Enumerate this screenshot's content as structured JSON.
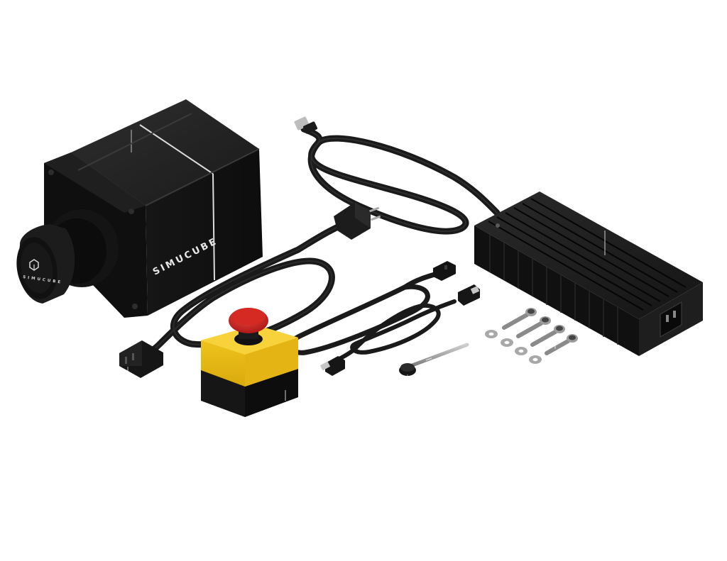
{
  "scene": {
    "background": "#ffffff",
    "items": [
      "direct-drive-motor",
      "usb-a-to-usb-b-cable",
      "power-supply-brick",
      "mains-power-cable",
      "emergency-stop-button",
      "usb-cable",
      "signal-cable",
      "mounting-bolts",
      "washers",
      "pin-tool"
    ]
  },
  "product": {
    "brand_side": "SIMUCUBE",
    "brand_hub": "SIMUCUBE"
  },
  "colors": {
    "body": "#141414",
    "body_light": "#2b2b2b",
    "cable": "#1a1a1a",
    "estop_housing": "#f2c418",
    "estop_button": "#d42222",
    "metal": "#9a9a9a"
  }
}
